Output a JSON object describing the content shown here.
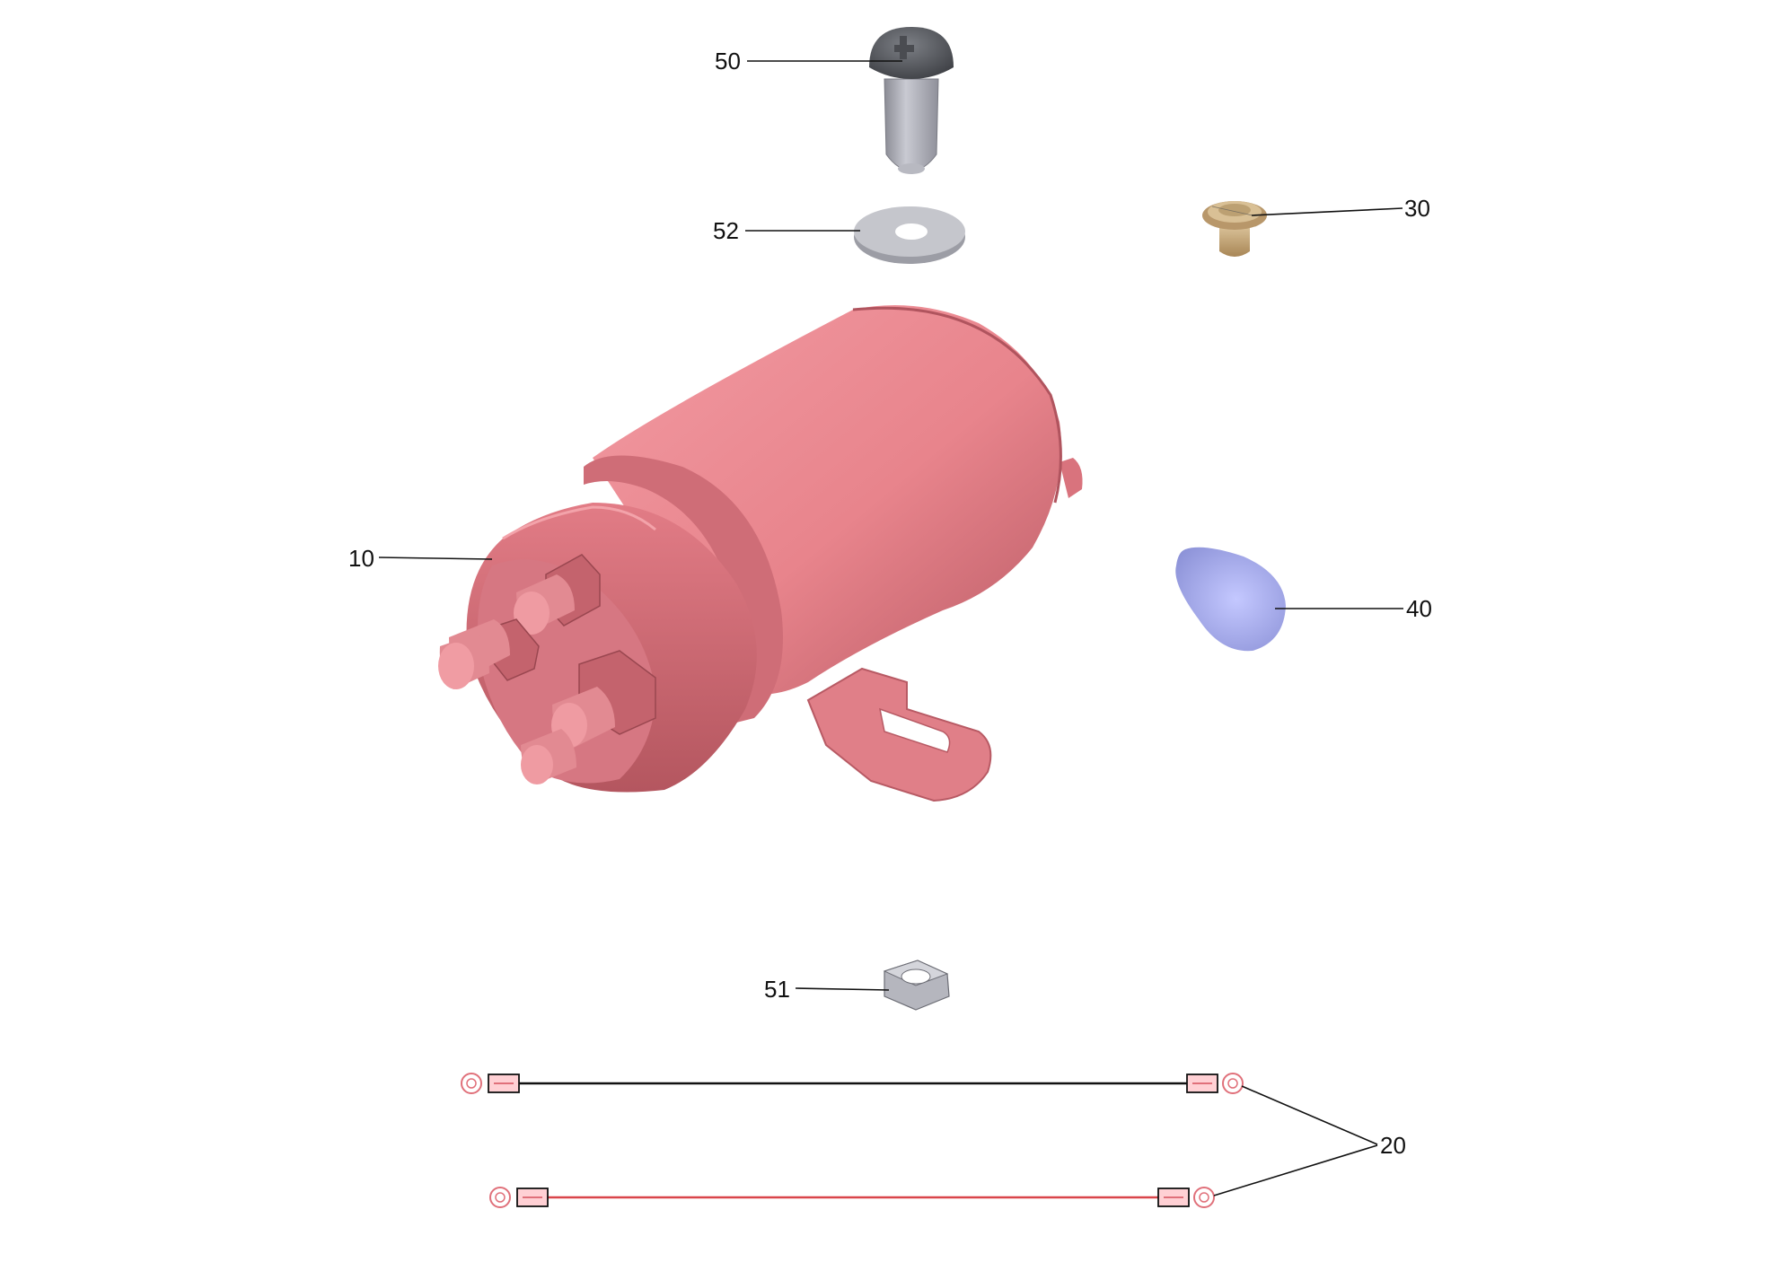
{
  "callouts": [
    {
      "id": "10",
      "label": "10",
      "part": "solenoid"
    },
    {
      "id": "20",
      "label": "20",
      "part": "cable-set"
    },
    {
      "id": "30",
      "label": "30",
      "part": "bushing"
    },
    {
      "id": "40",
      "label": "40",
      "part": "terminal-cap"
    },
    {
      "id": "50",
      "label": "50",
      "part": "screw"
    },
    {
      "id": "51",
      "label": "51",
      "part": "hex-nut"
    },
    {
      "id": "52",
      "label": "52",
      "part": "washer"
    }
  ],
  "colors": {
    "solenoid": "#e8848c",
    "solenoid_dark": "#c9626c",
    "screw_head": "#5a5d62",
    "screw_shank": "#a9aab2",
    "washer": "#bfc0c6",
    "bushing": "#c9a97a",
    "cap": "#a9aee8",
    "nut": "#c4c5cc",
    "cable_black": "#111111",
    "cable_red": "#d9454a",
    "terminal": "#e0707a",
    "leader": "#111111"
  }
}
